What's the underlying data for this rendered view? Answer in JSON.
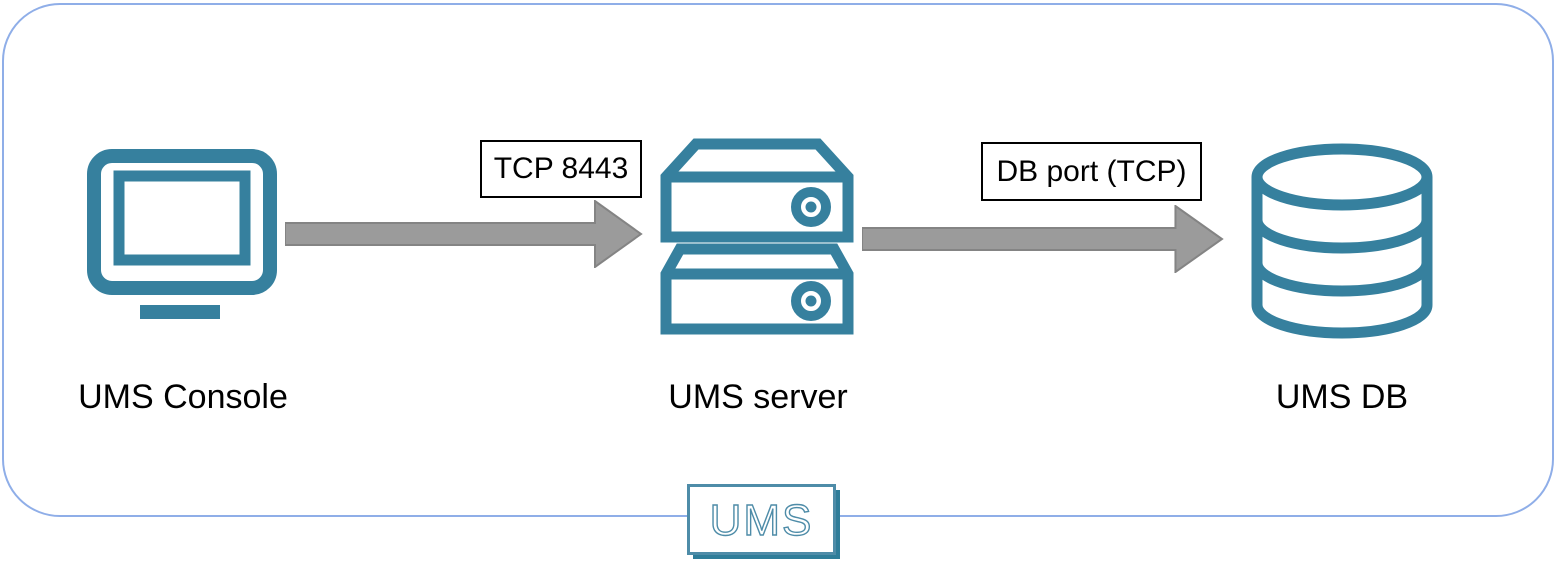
{
  "diagram": {
    "nodes": [
      {
        "id": "console",
        "label": "UMS Console",
        "icon": "monitor-icon"
      },
      {
        "id": "server",
        "label": "UMS server",
        "icon": "server-icon"
      },
      {
        "id": "db",
        "label": "UMS DB",
        "icon": "database-icon"
      }
    ],
    "connections": [
      {
        "from": "UMS Console",
        "to": "UMS server",
        "label": "TCP 8443"
      },
      {
        "from": "UMS server",
        "to": "UMS DB",
        "label": "DB port (TCP)"
      }
    ],
    "badge_label": "UMS"
  },
  "colors": {
    "icon_teal": "#36809E",
    "badge_teal": "#4E8CA8",
    "badge_shadow_teal": "#2F7D99",
    "arrow_gray_fill": "#9B9B9B",
    "arrow_gray_border": "#848484",
    "frame_blue": "#8FAEE8",
    "port_label_border": "#000000",
    "label_text": "#000000"
  }
}
